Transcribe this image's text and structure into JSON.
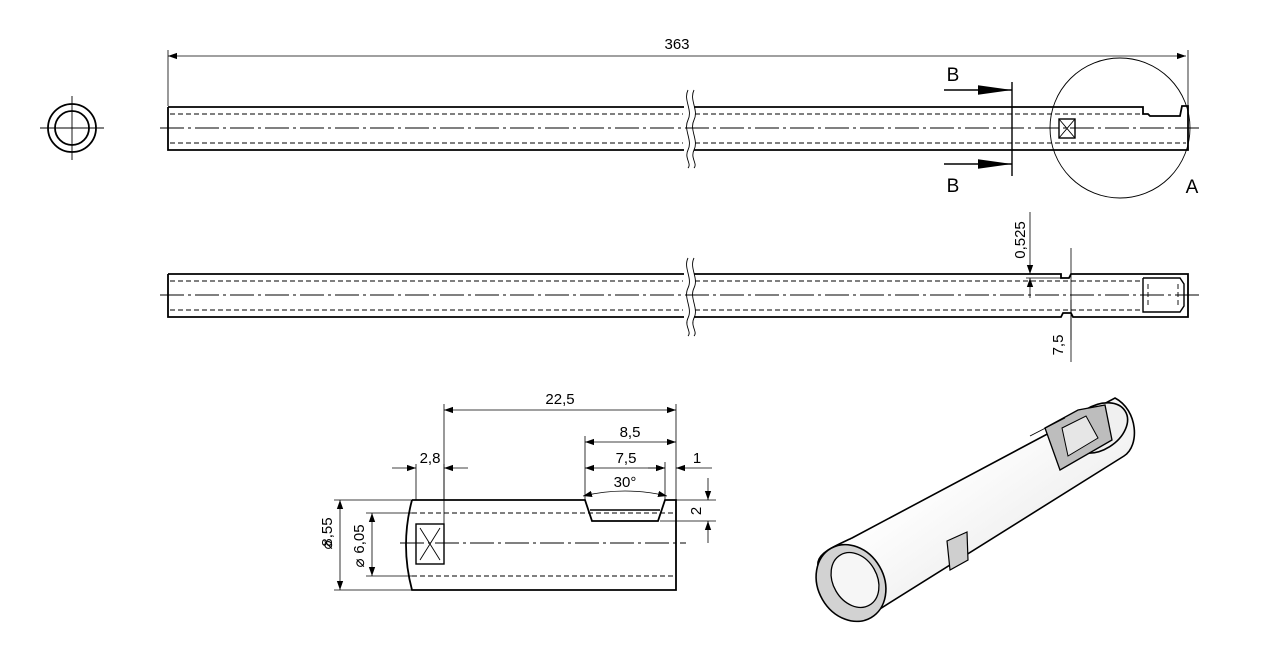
{
  "drawing": {
    "dimensions": {
      "overall_length": "363",
      "groove_depth": "0,525",
      "groove_position": "7,5",
      "slot_offset": "22,5",
      "slot_outer_width": "8,5",
      "slot_inner_width": "7,5",
      "end_gap": "1",
      "window_width": "2,8",
      "slot_angle": "30°",
      "slot_depth": "2",
      "outer_diameter": "8,55",
      "inner_diameter": "6,05"
    },
    "section_labels": {
      "section_top": "B",
      "section_bottom": "B",
      "detail": "A"
    }
  }
}
